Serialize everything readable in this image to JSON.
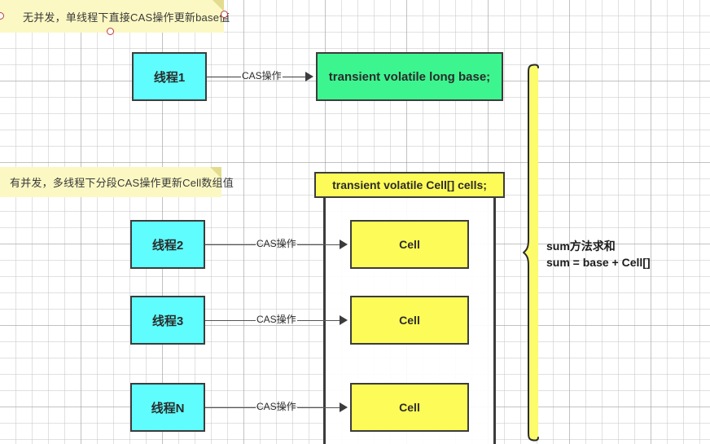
{
  "diagram": {
    "title": "LongAdder CAS structure diagram",
    "colors": {
      "thread_box": "#5FFDFD",
      "base_box": "#3DF58F",
      "cell_box": "#FDFB57",
      "note": "#FBF8C3",
      "brace": "#FBFB6B",
      "stroke": "#3C3C3C",
      "handle": "#C23B3B"
    },
    "notes": [
      {
        "id": "note-no-concurrency",
        "text": "无并发，单线程下直接CAS操作更新base值",
        "handles": 3
      },
      {
        "id": "note-concurrency",
        "text": "有并发，多线程下分段CAS操作更新Cell数组值",
        "handles": 0
      }
    ],
    "threads": [
      {
        "id": "thread-1",
        "label": "线程1"
      },
      {
        "id": "thread-2",
        "label": "线程2"
      },
      {
        "id": "thread-3",
        "label": "线程3"
      },
      {
        "id": "thread-n",
        "label": "线程N"
      }
    ],
    "connector_label": "CAS操作",
    "base_field": "transient volatile long base;",
    "cells_field": "transient volatile Cell[] cells;",
    "cells": [
      {
        "id": "cell-1",
        "label": "Cell"
      },
      {
        "id": "cell-2",
        "label": "Cell"
      },
      {
        "id": "cell-3",
        "label": "Cell"
      }
    ],
    "sum_caption": {
      "line1": "sum方法求和",
      "line2": "sum = base + Cell[]"
    }
  }
}
